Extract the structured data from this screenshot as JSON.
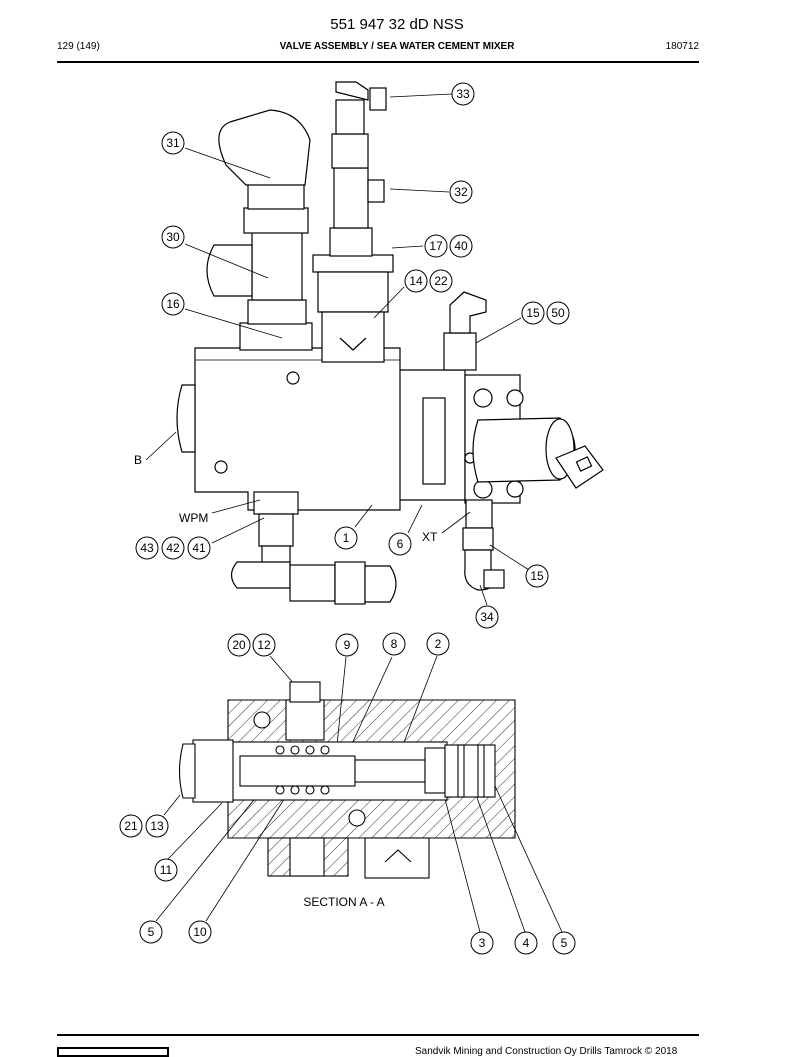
{
  "header": {
    "title": "551 947 32 dD NSS",
    "page": "129 (149)",
    "subtitle": "VALVE ASSEMBLY / SEA WATER CEMENT MIXER",
    "code": "180712"
  },
  "labels": {
    "b": "B",
    "wpm": "WPM",
    "xt": "XT",
    "section": "SECTION A - A"
  },
  "callouts": [
    "33",
    "31",
    "32",
    "30",
    "17",
    "40",
    "14",
    "22",
    "16",
    "15",
    "50",
    "1",
    "6",
    "43",
    "42",
    "41",
    "15",
    "34",
    "20",
    "12",
    "9",
    "8",
    "2",
    "21",
    "13",
    "11",
    "5",
    "10",
    "3",
    "4",
    "5"
  ],
  "footer": {
    "text": "Sandvik Mining and Construction Oy Drills Tamrock © 2018"
  }
}
